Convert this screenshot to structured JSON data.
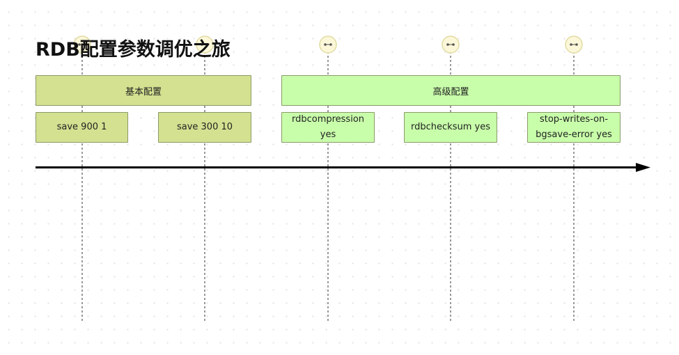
{
  "title": "RDB配置参数调优之旅",
  "colors": {
    "basic_section": "#d3e190",
    "advanced_section": "#c8fdaa",
    "axis": "#000000",
    "guide_line": "#333333",
    "marker_fill": "#fbf7d8",
    "marker_stroke": "#e2dca4"
  },
  "sections": [
    {
      "label": "基本配置",
      "events": [
        "save 900 1",
        "save 300 10"
      ]
    },
    {
      "label": "高级配置",
      "events": [
        "rdbcompression yes",
        "rdbchecksum yes",
        "stop-writes-on-bgsave-error yes"
      ]
    }
  ],
  "markers": [
    "marker-icon",
    "marker-icon",
    "marker-icon",
    "marker-icon",
    "marker-icon"
  ]
}
